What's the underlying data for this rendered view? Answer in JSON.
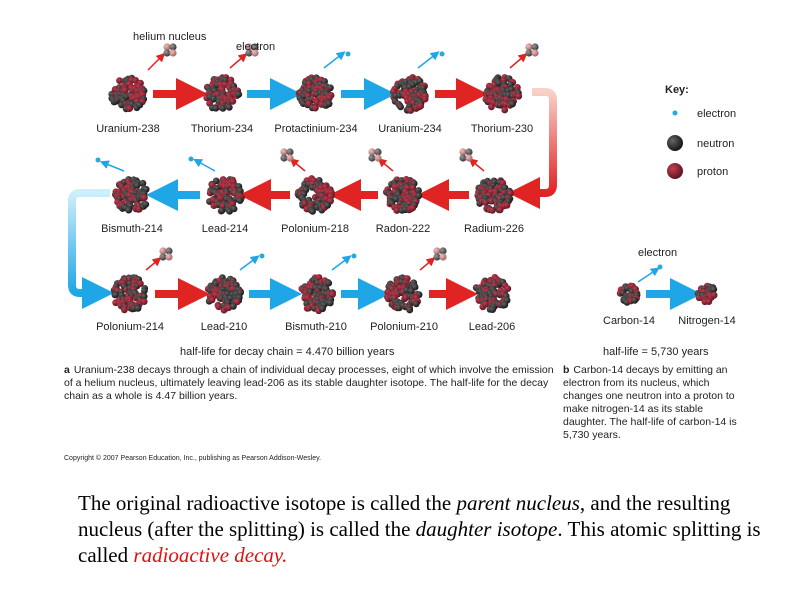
{
  "labels": {
    "helium_nucleus": "helium nucleus",
    "electron_top": "electron",
    "electron_b": "electron"
  },
  "key": {
    "title": "Key:",
    "items": [
      {
        "name": "electron",
        "color": "#26a9e0"
      },
      {
        "name": "neutron",
        "color": "#2b2b2b"
      },
      {
        "name": "proton",
        "color": "#8b2331"
      }
    ]
  },
  "chain": {
    "row1": [
      "Uranium-238",
      "Thorium-234",
      "Protactinium-234",
      "Uranium-234",
      "Thorium-230"
    ],
    "row2": [
      "Bismuth-214",
      "Lead-214",
      "Polonium-218",
      "Radon-222",
      "Radium-226"
    ],
    "row3": [
      "Polonium-214",
      "Lead-210",
      "Bismuth-210",
      "Polonium-210",
      "Lead-206"
    ],
    "half_life": "half-life for decay chain = 4.470 billion years"
  },
  "carbon": {
    "parent": "Carbon-14",
    "daughter": "Nitrogen-14",
    "half_life": "half-life = 5,730 years"
  },
  "caption_a": {
    "letter": "a",
    "text": "Uranium-238 decays through a chain of individual decay processes, eight of which involve the emission of a helium nucleus, ultimately leaving lead-206 as its stable daughter isotope. The half-life for the decay chain as a whole is 4.47 billion years."
  },
  "caption_b": {
    "letter": "b",
    "text": "Carbon-14 decays by emitting an electron from its nucleus, which changes one neutron into a proton to make nitrogen-14 as its stable daughter. The half-life of carbon-14 is 5,730 years."
  },
  "copyright": "Copyright © 2007 Pearson Education, Inc., publishing as Pearson Addison-Wesley.",
  "explanation": {
    "part1": "The original radioactive isotope is called the ",
    "term1": "parent nucleus",
    "part2": ", and the resulting nucleus (after the splitting) is called the ",
    "term2": "daughter isotope",
    "part3": ". This atomic splitting is called ",
    "term3": "radioactive decay."
  },
  "colors": {
    "red_arrow": "#e02424",
    "blue_arrow": "#1ea6e6",
    "decay_red_text": "#e01010"
  }
}
